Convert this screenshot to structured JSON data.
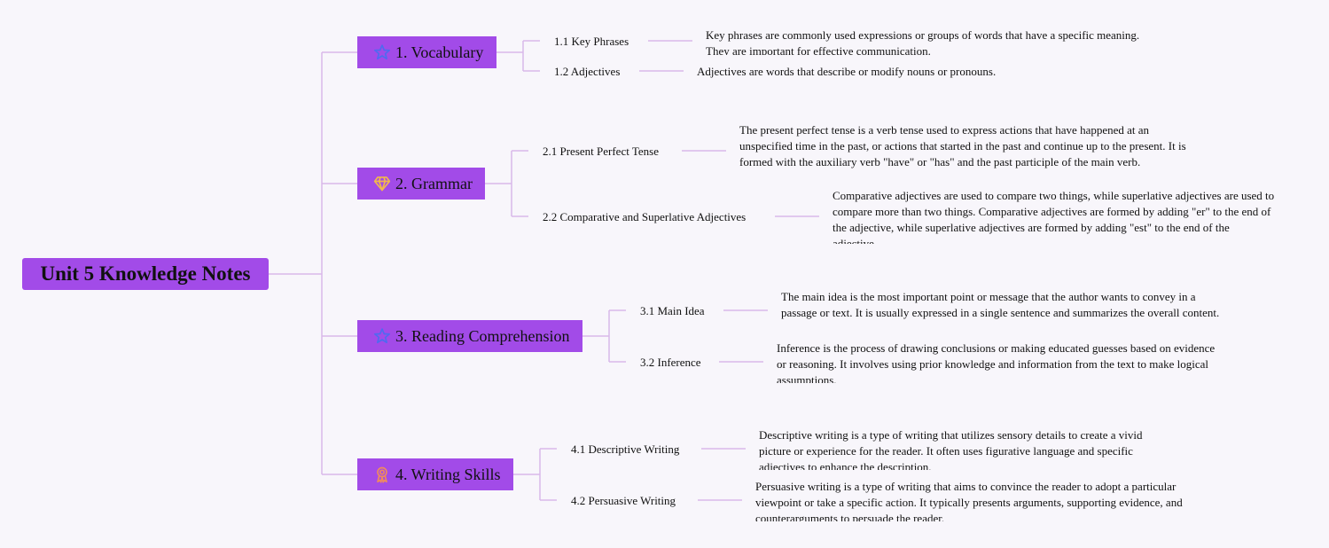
{
  "root": {
    "label": "Unit 5 Knowledge Notes"
  },
  "colors": {
    "node_fill": "#a24be8",
    "connector": "#d9b8ea",
    "background": "#f8f6fb",
    "star_icon": "#4f6af0",
    "diamond_icon": "#f2b84b",
    "medal_icon": "#f08a5d"
  },
  "branches": [
    {
      "label": "1. Vocabulary",
      "icon": "star-icon",
      "subs": [
        {
          "label": "1.1 Key Phrases",
          "desc": "Key phrases are commonly used expressions or groups of words that have a specific meaning. They are important for effective communication."
        },
        {
          "label": "1.2 Adjectives",
          "desc": "Adjectives are words that describe or modify nouns or pronouns."
        }
      ]
    },
    {
      "label": "2. Grammar",
      "icon": "diamond-icon",
      "subs": [
        {
          "label": "2.1 Present Perfect Tense",
          "desc": "The present perfect tense is a verb tense used to express actions that have happened at an unspecified time in the past, or actions that started in the past and continue up to the present. It is formed with the auxiliary verb \"have\" or \"has\" and the past participle of the main verb."
        },
        {
          "label": "2.2 Comparative and Superlative Adjectives",
          "desc": "Comparative adjectives are used to compare two things, while superlative adjectives are used to compare more than two things. Comparative adjectives are formed by adding \"er\" to the end of the adjective, while superlative adjectives are formed by adding \"est\" to the end of the adjective."
        }
      ]
    },
    {
      "label": "3. Reading Comprehension",
      "icon": "star-icon",
      "subs": [
        {
          "label": "3.1 Main Idea",
          "desc": "The main idea is the most important point or message that the author wants to convey in a passage or text. It is usually expressed in a single sentence and summarizes the overall content."
        },
        {
          "label": "3.2 Inference",
          "desc": "Inference is the process of drawing conclusions or making educated guesses based on evidence or reasoning. It involves using prior knowledge and information from the text to make logical assumptions."
        }
      ]
    },
    {
      "label": "4. Writing Skills",
      "icon": "medal-icon",
      "subs": [
        {
          "label": "4.1 Descriptive Writing",
          "desc": "Descriptive writing is a type of writing that utilizes sensory details to create a vivid picture or experience for the reader. It often uses figurative language and specific adjectives to enhance the description."
        },
        {
          "label": "4.2 Persuasive Writing",
          "desc": "Persuasive writing is a type of writing that aims to convince the reader to adopt a particular viewpoint or take a specific action. It typically presents arguments, supporting evidence, and counterarguments to persuade the reader."
        }
      ]
    }
  ]
}
